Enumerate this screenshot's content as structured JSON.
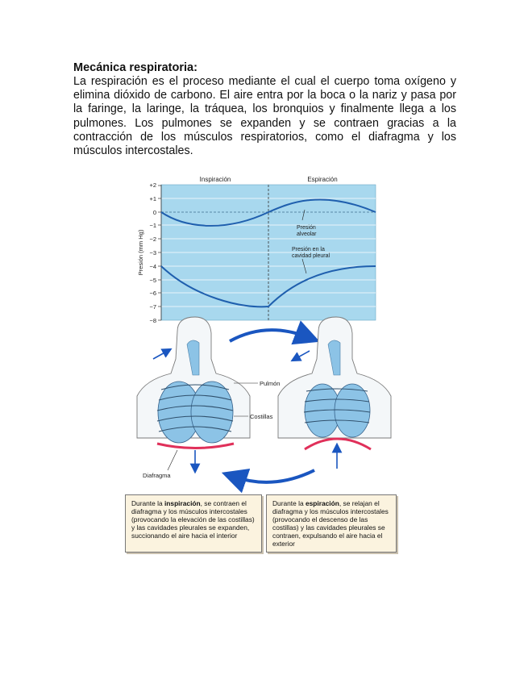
{
  "document": {
    "heading": "Mecánica respiratoria:",
    "paragraph": "La respiración es el proceso mediante el cual el cuerpo toma oxígeno y elimina dióxido de carbono. El aire entra por la boca o la nariz y pasa por la faringe, la laringe, la tráquea, los bronquios y finalmente llega a los pulmones. Los pulmones se expanden y se contraen gracias a la contracción de los músculos respiratorios, como el diafragma y los músculos intercostales."
  },
  "figure": {
    "phase_inspiration": "Inspiración",
    "phase_expiration": "Espiración",
    "y_axis_label": "Presión (mm Hg)",
    "y_ticks": [
      "+2",
      "+1",
      "0",
      "−1",
      "−2",
      "−3",
      "−4",
      "−5",
      "−6",
      "−7",
      "−8"
    ],
    "curve_alveolar": [
      "Presión",
      "alveolar"
    ],
    "curve_pleural": [
      "Presión en la",
      "cavidad pleural"
    ],
    "label_lung": "Pulmón",
    "label_ribs": "Costillas",
    "label_diaphragm": "Diafragma",
    "caption_inspiration": {
      "prefix": "Durante la ",
      "bold": "inspiración",
      "rest": ", se contraen el diafragma y los músculos intercostales (provocando la elevación de las costillas) y las cavidades pleurales se expanden, succionando el aire hacia el interior"
    },
    "caption_expiration": {
      "prefix": "Durante la ",
      "bold": "espiración",
      "rest": ", se relajan el diafragma y los músculos intercostales (provocando el descenso de las costillas) y las cavidades pleurales se contraen, expulsando el aire hacia el exterior"
    },
    "colors": {
      "graph_background": "#a8d8ee",
      "curve": "#1f5fae",
      "lung": "#8cc3e6",
      "diaphragm": "#e0305a",
      "arrow": "#1a56c0"
    }
  }
}
